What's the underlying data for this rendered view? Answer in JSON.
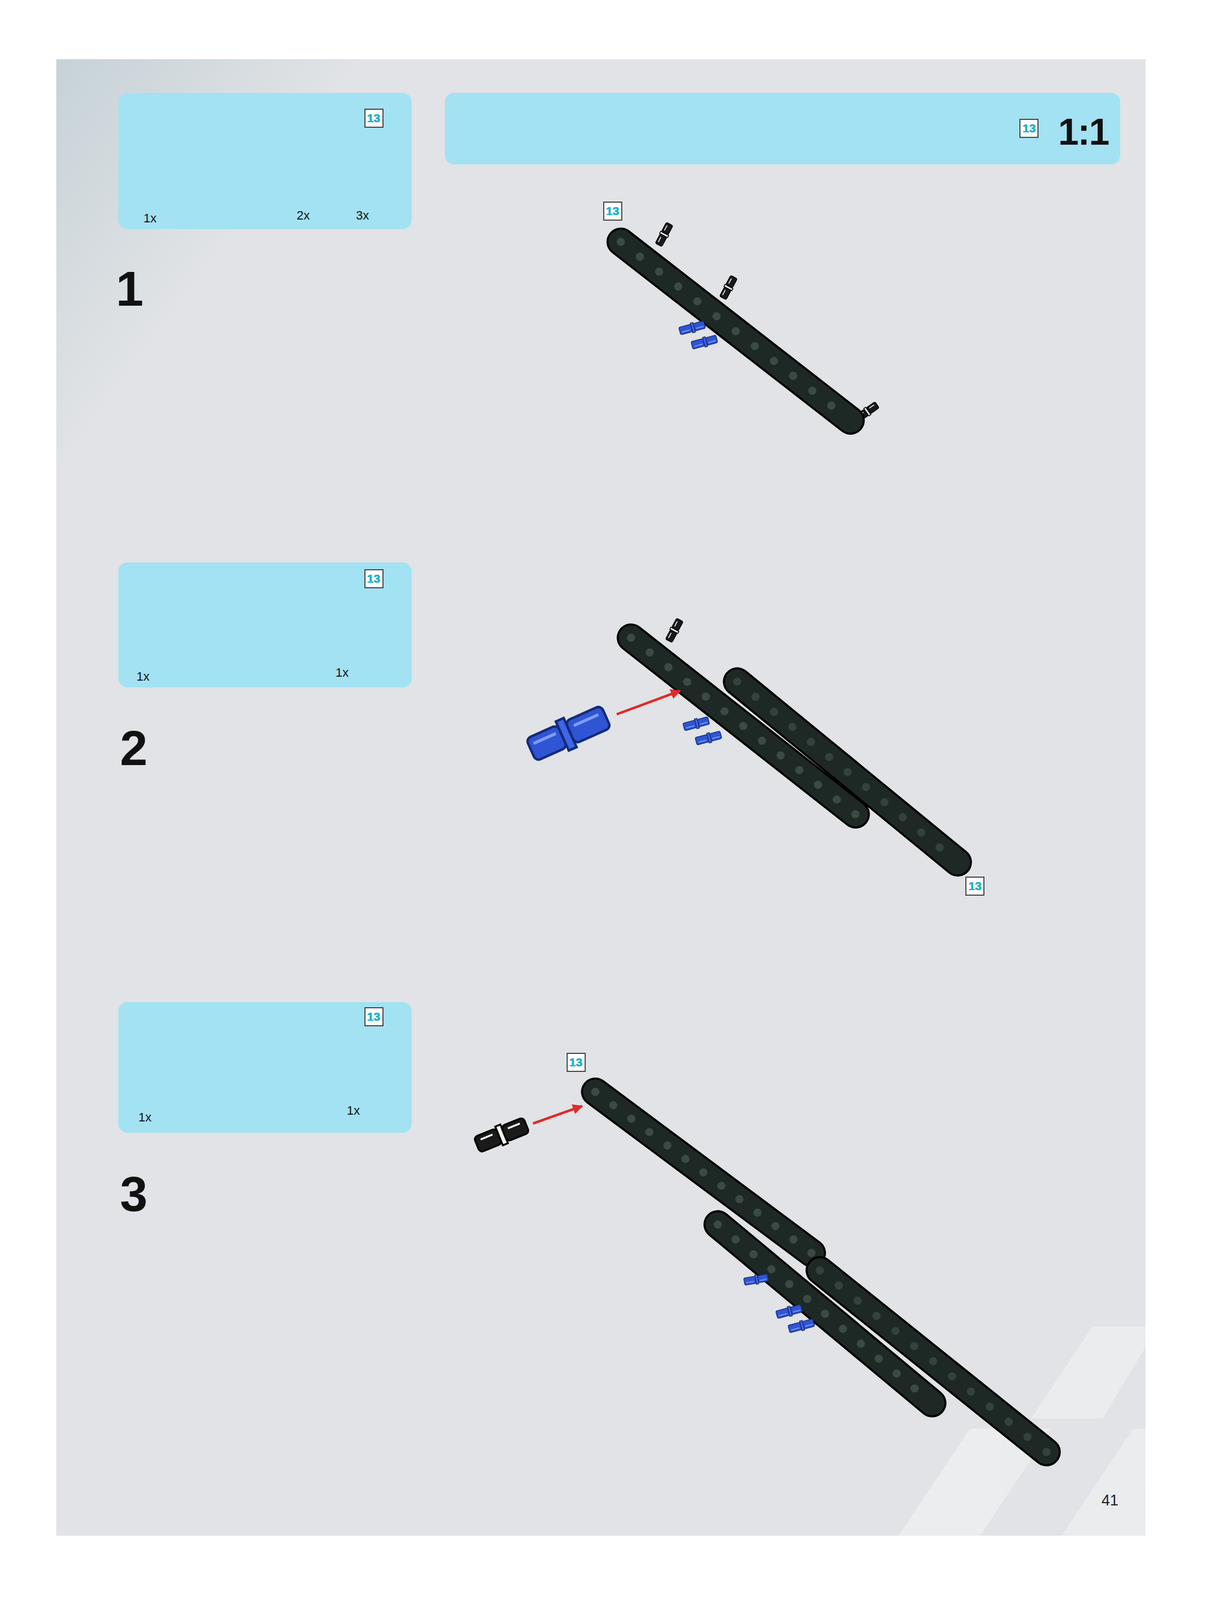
{
  "diagram": {
    "nodes": [
      {
        "text": [
          "13",
          "1x",
          "2x",
          "3x"
        ]
      },
      {
        "text": [
          "13",
          "1:1"
        ]
      },
      {
        "text": [
          "13",
          "1x",
          "1x"
        ]
      },
      {
        "text": [
          "13",
          "1x",
          "1x"
        ]
      }
    ],
    "labels": [
      "1",
      "13",
      "2",
      "13",
      "3",
      "13",
      "41"
    ]
  }
}
